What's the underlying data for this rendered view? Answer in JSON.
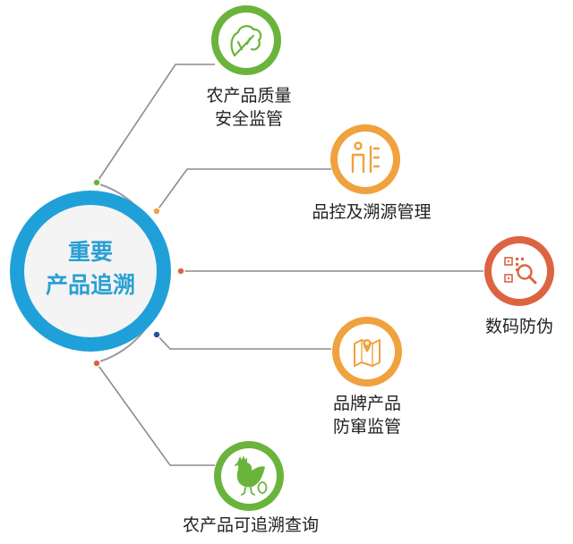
{
  "hub": {
    "line1": "重要",
    "line2": "产品追溯"
  },
  "nodes": [
    {
      "label_lines": [
        "农产品质量",
        "安全监管"
      ],
      "color": "#6ab43c",
      "icon": "vegetable-icon"
    },
    {
      "label_lines": [
        "品控及溯源管理"
      ],
      "color": "#f0a23e",
      "icon": "person-list-icon"
    },
    {
      "label_lines": [
        "数码防伪"
      ],
      "color": "#dc6440",
      "icon": "qr-code-magnifier-icon"
    },
    {
      "label_lines": [
        "品牌产品",
        "防窜监管"
      ],
      "color": "#f0a23e",
      "icon": "map-pin-icon"
    },
    {
      "label_lines": [
        "农产品可追溯查询"
      ],
      "color": "#6ab43c",
      "icon": "chicken-egg-icon"
    }
  ],
  "colors": {
    "hub_ring": "#1fa0d8",
    "connector": "#8c8c8c",
    "hub_text": "#2aa0d4"
  }
}
